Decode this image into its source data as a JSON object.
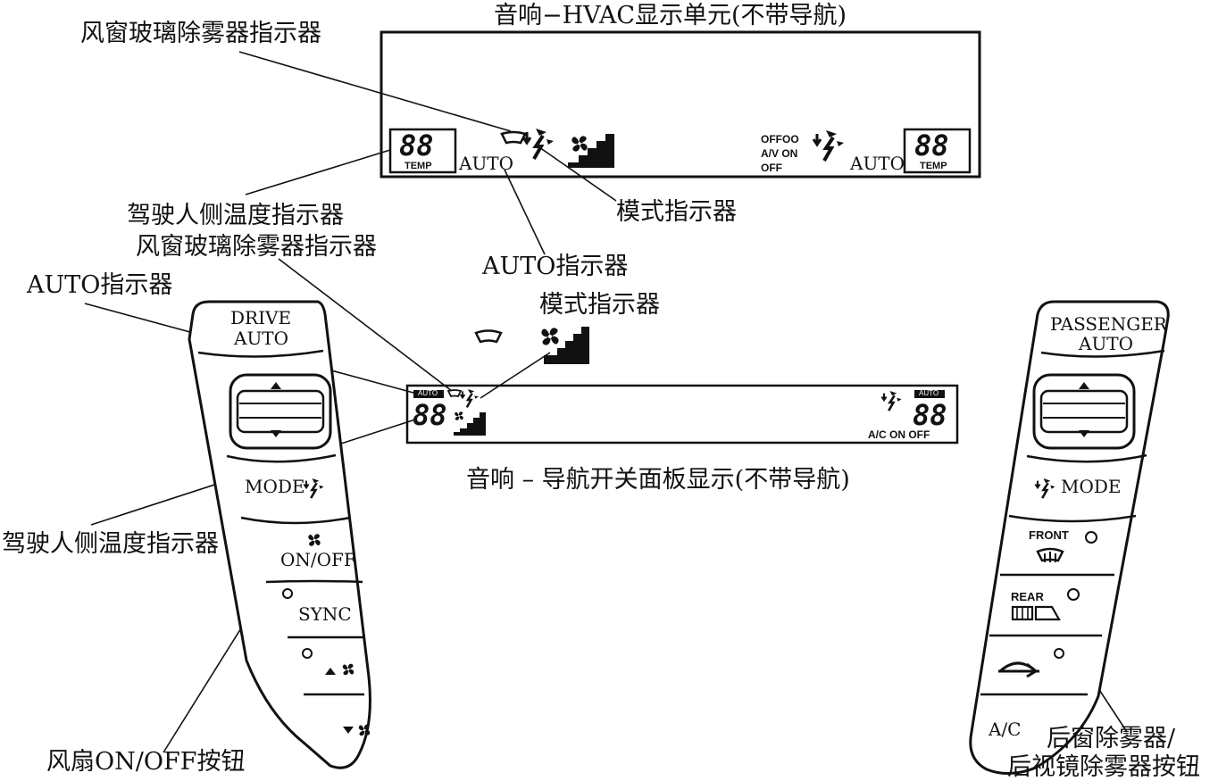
{
  "colors": {
    "ink": "#111111",
    "panel_fill": "#e9e9e9",
    "paper": "#ffffff"
  },
  "hvac_display": {
    "title": "音响−HVAC显示单元(不带导航)",
    "left_digits": "88",
    "left_temp": "TEMP",
    "left_auto": "AUTO",
    "right_status_1": "OFFOO",
    "right_status_2": "A/V ON",
    "right_status_3": "OFF",
    "right_auto": "AUTO",
    "right_digits": "88",
    "right_temp": "TEMP"
  },
  "nav_display": {
    "title": "音响 – 导航开关面板显示(不带导航)",
    "left_auto_badge": "AUTO",
    "left_digits": "88",
    "right_auto_badge": "AUTO",
    "right_digits": "88",
    "bottom_right_text": "A/C ON OFF"
  },
  "callouts": {
    "windshield_defogger_top": "风窗玻璃除雾器指示器",
    "driver_temp_top": "驾驶人侧温度指示器",
    "windshield_defogger_mid": "风窗玻璃除雾器指示器",
    "mode_indicator_top": "模式指示器",
    "auto_indicator_top": "AUTO指示器",
    "auto_indicator_left": "AUTO指示器",
    "mode_indicator_mid": "模式指示器",
    "driver_temp_bottom": "驾驶人侧温度指示器",
    "fan_onoff_button": "风扇ON/OFF按钮",
    "rear_defogger_1": "后窗除雾器/",
    "rear_defogger_2": "后视镜除雾器按钮"
  },
  "driver_panel": {
    "title_1": "DRIVE",
    "title_2": "AUTO",
    "mode_label": "MODE",
    "onoff_label": "ON/OFF",
    "sync_label": "SYNC"
  },
  "passenger_panel": {
    "title_1": "PASSENGER",
    "title_2": "AUTO",
    "mode_label": "MODE",
    "front_label": "FRONT",
    "rear_label": "REAR",
    "ac_label": "A/C"
  },
  "icons": [
    "windshield-icon",
    "mode-airflow-icon",
    "fan-icon",
    "fan-speed-bars-icon",
    "rear-defrost-icon",
    "mirror-defrost-icon",
    "recirculation-icon",
    "arrow-up-icon",
    "arrow-down-icon"
  ]
}
